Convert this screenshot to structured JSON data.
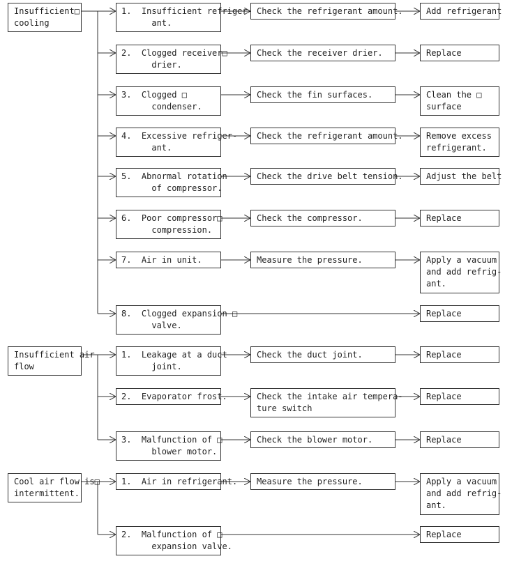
{
  "problems": [
    {
      "label": "Insufficient□\ncooling",
      "causes": [
        {
          "text": "1.  Insufficient refriger-\n      ant.",
          "check": "Check the refrigerant amount.",
          "remedy": "Add refrigerant"
        },
        {
          "text": "2.  Clogged receiver□\n      drier.",
          "check": "Check the receiver drier.",
          "remedy": "Replace"
        },
        {
          "text": "3.  Clogged □\n      condenser.",
          "check": "Check the fin surfaces.",
          "remedy": "Clean the □\nsurface"
        },
        {
          "text": "4.  Excessive refriger-\n      ant.",
          "check": "Check the refrigerant amount.",
          "remedy": "Remove excess\nrefrigerant."
        },
        {
          "text": "5.  Abnormal rotation\n      of compressor.",
          "check": "Check the drive belt tension.",
          "remedy": "Adjust the belt"
        },
        {
          "text": "6.  Poor compressor□\n      compression.",
          "check": "Check the compressor.",
          "remedy": "Replace"
        },
        {
          "text": "7.  Air in unit.",
          "check": "Measure the pressure.",
          "remedy": "Apply a vacuum\nand add refrig-\nant."
        },
        {
          "text": "8.  Clogged expansion □\n      valve.",
          "check": "",
          "remedy": "Replace"
        }
      ]
    },
    {
      "label": "Insufficient air\nflow",
      "causes": [
        {
          "text": "1.  Leakage at a duct\n      joint.",
          "check": "Check the duct joint.",
          "remedy": "Replace"
        },
        {
          "text": "2.  Evaporator frost.",
          "check": "Check the intake air tempera-\nture switch",
          "remedy": "Replace"
        },
        {
          "text": "3.  Malfunction of □\n      blower motor.",
          "check": "Check the blower motor.",
          "remedy": "Replace"
        }
      ]
    },
    {
      "label": "Cool air flow is□\nintermittent.",
      "causes": [
        {
          "text": "1.  Air in refrigerant.",
          "check": "Measure the pressure.",
          "remedy": "Apply a vacuum\nand add refrig-\nant."
        },
        {
          "text": "2.  Malfunction of □\n      expansion valve.",
          "check": "",
          "remedy": "Replace"
        }
      ]
    }
  ]
}
